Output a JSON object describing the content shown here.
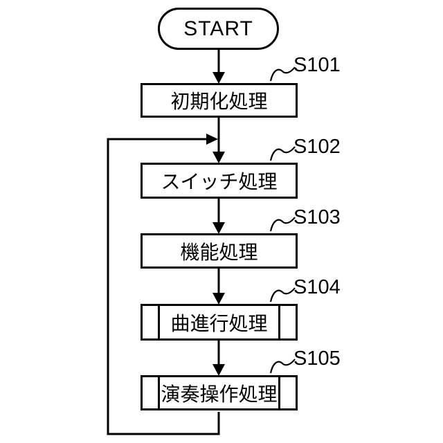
{
  "flowchart": {
    "start_label": "START",
    "steps": [
      {
        "id": "S101",
        "label": "初期化処理",
        "type": "process"
      },
      {
        "id": "S102",
        "label": "スイッチ処理",
        "type": "process"
      },
      {
        "id": "S103",
        "label": "機能処理",
        "type": "process"
      },
      {
        "id": "S104",
        "label": "曲進行処理",
        "type": "predefined-process"
      },
      {
        "id": "S105",
        "label": "演奏操作処理",
        "type": "predefined-process"
      }
    ],
    "colors": {
      "line": "#000000",
      "background": "#ffffff"
    }
  }
}
